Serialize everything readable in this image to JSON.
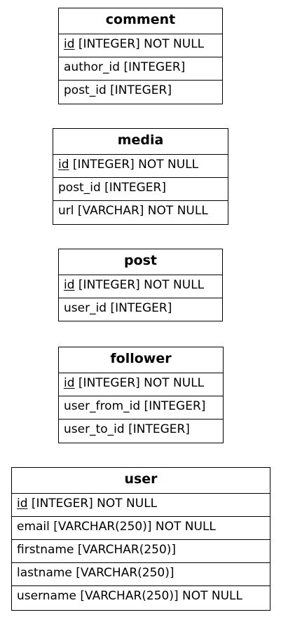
{
  "entities": {
    "comment": {
      "title": "comment",
      "fields": [
        {
          "name": "id",
          "rest": " [INTEGER] NOT NULL",
          "pk": true
        },
        {
          "name": "author_id",
          "rest": " [INTEGER]",
          "pk": false
        },
        {
          "name": "post_id",
          "rest": " [INTEGER]",
          "pk": false
        }
      ]
    },
    "media": {
      "title": "media",
      "fields": [
        {
          "name": "id",
          "rest": " [INTEGER] NOT NULL",
          "pk": true
        },
        {
          "name": "post_id",
          "rest": " [INTEGER]",
          "pk": false
        },
        {
          "name": "url",
          "rest": " [VARCHAR] NOT NULL",
          "pk": false
        }
      ]
    },
    "post": {
      "title": "post",
      "fields": [
        {
          "name": "id",
          "rest": " [INTEGER] NOT NULL",
          "pk": true
        },
        {
          "name": "user_id",
          "rest": " [INTEGER]",
          "pk": false
        }
      ]
    },
    "follower": {
      "title": "follower",
      "fields": [
        {
          "name": "id",
          "rest": " [INTEGER] NOT NULL",
          "pk": true
        },
        {
          "name": "user_from_id",
          "rest": " [INTEGER]",
          "pk": false
        },
        {
          "name": "user_to_id",
          "rest": " [INTEGER]",
          "pk": false
        }
      ]
    },
    "user": {
      "title": "user",
      "fields": [
        {
          "name": "id",
          "rest": " [INTEGER] NOT NULL",
          "pk": true
        },
        {
          "name": "email",
          "rest": " [VARCHAR(250)] NOT NULL",
          "pk": false
        },
        {
          "name": "firstname",
          "rest": " [VARCHAR(250)]",
          "pk": false
        },
        {
          "name": "lastname",
          "rest": " [VARCHAR(250)]",
          "pk": false
        },
        {
          "name": "username",
          "rest": " [VARCHAR(250)] NOT NULL",
          "pk": false
        }
      ]
    }
  }
}
